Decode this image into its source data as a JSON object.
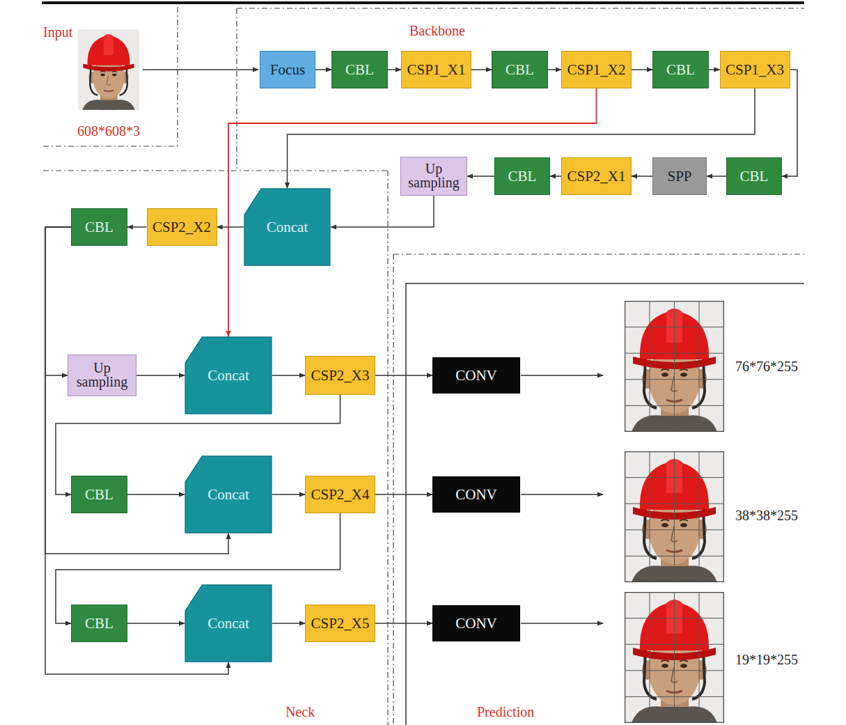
{
  "diagram": {
    "nodes": [
      {
        "text": [
          "Focus"
        ]
      },
      {
        "text": [
          "CBL"
        ]
      },
      {
        "text": [
          "CSP1_X1"
        ]
      },
      {
        "text": [
          "CBL"
        ]
      },
      {
        "text": [
          "CSP1_X2"
        ]
      },
      {
        "text": [
          "CBL"
        ]
      },
      {
        "text": [
          "CSP1_X3"
        ]
      },
      {
        "text": [
          "Up sampling"
        ]
      },
      {
        "text": [
          "CBL"
        ]
      },
      {
        "text": [
          "CSP2_X1"
        ]
      },
      {
        "text": [
          "SPP"
        ]
      },
      {
        "text": [
          "CBL"
        ]
      },
      {
        "text": [
          "CBL"
        ]
      },
      {
        "text": [
          "CSP2_X2"
        ]
      },
      {
        "text": [
          "Concat"
        ]
      },
      {
        "text": [
          "Up sampling"
        ]
      },
      {
        "text": [
          "Concat"
        ]
      },
      {
        "text": [
          "CSP2_X3"
        ]
      },
      {
        "text": [
          "CONV"
        ]
      },
      {
        "text": [
          "CBL"
        ]
      },
      {
        "text": [
          "Concat"
        ]
      },
      {
        "text": [
          "CSP2_X4"
        ]
      },
      {
        "text": [
          "CONV"
        ]
      },
      {
        "text": [
          "CBL"
        ]
      },
      {
        "text": [
          "Concat"
        ]
      },
      {
        "text": [
          "CSP2_X5"
        ]
      },
      {
        "text": [
          "CONV"
        ]
      }
    ],
    "edges": [
      {
        "from": 0,
        "to": 1,
        "arrow": "to"
      },
      {
        "from": 1,
        "to": 2,
        "arrow": "to"
      },
      {
        "from": 2,
        "to": 3,
        "arrow": "to"
      },
      {
        "from": 3,
        "to": 4,
        "arrow": "to"
      },
      {
        "from": 4,
        "to": 5,
        "arrow": "to"
      },
      {
        "from": 5,
        "to": 6,
        "arrow": "to"
      },
      {
        "from": 6,
        "to": 11,
        "arrow": "to"
      },
      {
        "from": 11,
        "to": 10,
        "arrow": "to"
      },
      {
        "from": 10,
        "to": 9,
        "arrow": "to"
      },
      {
        "from": 9,
        "to": 8,
        "arrow": "to"
      },
      {
        "from": 8,
        "to": 7,
        "arrow": "to"
      },
      {
        "from": 7,
        "to": 14,
        "arrow": "to"
      },
      {
        "from": 6,
        "to": 14,
        "arrow": "to"
      },
      {
        "from": 4,
        "to": 16,
        "arrow": "to"
      },
      {
        "from": 14,
        "to": 13,
        "arrow": "to"
      },
      {
        "from": 13,
        "to": 12,
        "arrow": "to"
      },
      {
        "from": 12,
        "to": 15,
        "arrow": "to"
      },
      {
        "from": 12,
        "to": 20,
        "arrow": "to"
      },
      {
        "from": 12,
        "to": 24,
        "arrow": "to"
      },
      {
        "from": 15,
        "to": 16,
        "arrow": "to"
      },
      {
        "from": 16,
        "to": 17,
        "arrow": "to"
      },
      {
        "from": 17,
        "to": 18,
        "arrow": "to"
      },
      {
        "from": 17,
        "to": 19,
        "arrow": "to"
      },
      {
        "from": 19,
        "to": 20,
        "arrow": "to"
      },
      {
        "from": 20,
        "to": 21,
        "arrow": "to"
      },
      {
        "from": 21,
        "to": 22,
        "arrow": "to"
      },
      {
        "from": 21,
        "to": 23,
        "arrow": "to"
      },
      {
        "from": 23,
        "to": 24,
        "arrow": "to"
      },
      {
        "from": 24,
        "to": 25,
        "arrow": "to"
      },
      {
        "from": 25,
        "to": 26,
        "arrow": "to"
      }
    ],
    "labels": [
      "Input",
      "608*608*3",
      "Backbone",
      "Neck",
      "Prediction",
      "76*76*255",
      "38*38*255",
      "19*19*255"
    ]
  }
}
